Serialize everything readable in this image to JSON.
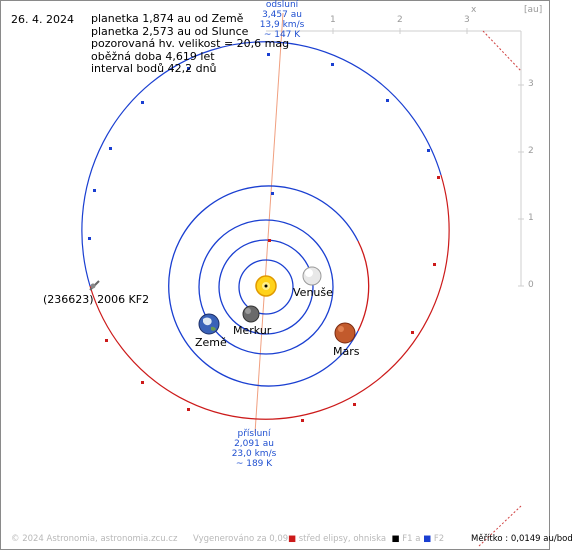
{
  "date": "26. 4. 2024",
  "info": {
    "line1": "planetka 1,874 au od Země",
    "line2": "planetka 2,573 au od Slunce",
    "line3": "pozorovaná hv. velikost = 20,6 mag",
    "line4": "oběžná doba 4,619 let",
    "line5": "interval bodů 42,2 dnů"
  },
  "aphelion": {
    "l1": "odsluní",
    "l2": "3,457 au",
    "l3": "13,9 km/s",
    "l4": "~ 147 K"
  },
  "perihelion": {
    "l1": "přísluní",
    "l2": "2,091 au",
    "l3": "23,0 km/s",
    "l4": "~ 189 K"
  },
  "asteroid_name": "(236623) 2006 KF2",
  "planets": {
    "venus": "Venuše",
    "earth": "Země",
    "mercury": "Merkur",
    "mars": "Mars"
  },
  "axis": {
    "unit": "[au]",
    "x_label": "x",
    "x_ticks": [
      "1",
      "2",
      "3"
    ],
    "y_ticks": [
      "3",
      "2",
      "1",
      "0"
    ]
  },
  "footer": {
    "copyright": "© 2024 Astronomia, astronomia.zcu.cz",
    "generated": "Vygenerováno za 0,09 s",
    "legend_center": "střed elipsy, ohniska",
    "legend_f1": "F1 a",
    "legend_f2": "F2",
    "scale": "Měřítko : 0,0149 au/bod"
  },
  "colors": {
    "orbit_blue": "#1a3fd1",
    "orbit_red": "#cc1a1a",
    "axis_gray": "#cfcfcf",
    "apsis_line": "#f0a080"
  }
}
